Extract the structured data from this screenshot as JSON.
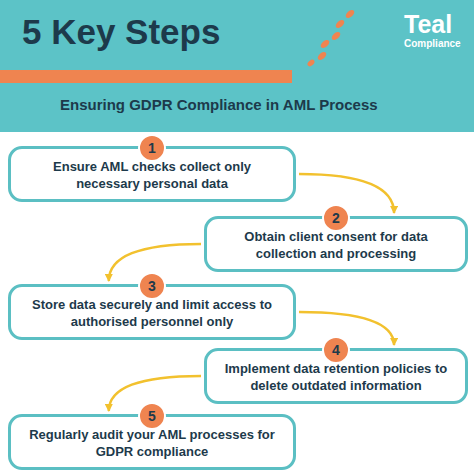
{
  "diagram": {
    "title": "5 Key Steps",
    "nodes": [
      {
        "text": [
          "1",
          "Ensure AML checks collect only necessary personal data"
        ]
      },
      {
        "text": [
          "2",
          "Obtain client consent for data collection and processing"
        ]
      },
      {
        "text": [
          "3",
          "Store data securely and limit access to authorised personnel only"
        ]
      },
      {
        "text": [
          "4",
          "Implement data retention policies to delete outdated information"
        ]
      },
      {
        "text": [
          "5",
          "Regularly audit your AML processes for GDPR compliance"
        ]
      }
    ],
    "edges": [
      {
        "from": 0,
        "to": 1,
        "arrow": "to"
      },
      {
        "from": 1,
        "to": 2,
        "arrow": "to"
      },
      {
        "from": 2,
        "to": 3,
        "arrow": "to"
      },
      {
        "from": 3,
        "to": 4,
        "arrow": "to"
      }
    ],
    "labels": [
      "Ensuring GDPR Compliance in AML Process",
      "Teal",
      "Compliance"
    ]
  }
}
